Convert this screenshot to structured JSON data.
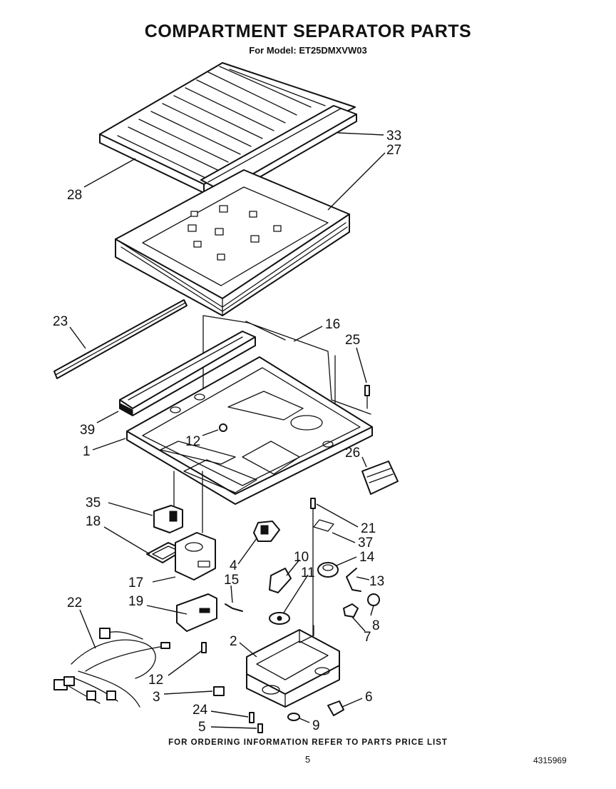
{
  "header": {
    "title": "COMPARTMENT SEPARATOR PARTS",
    "subtitle": "For Model: ET25DMXVW03"
  },
  "callouts": [
    "33",
    "27",
    "28",
    "23",
    "16",
    "25",
    "39",
    "12",
    "1",
    "26",
    "35",
    "18",
    "21",
    "37",
    "4",
    "10",
    "14",
    "11",
    "13",
    "15",
    "17",
    "8",
    "19",
    "7",
    "22",
    "2",
    "12",
    "6",
    "3",
    "24",
    "9",
    "5"
  ],
  "footer": {
    "ordering_note": "FOR ORDERING INFORMATION REFER TO PARTS PRICE LIST",
    "page_number": "5",
    "document_number": "4315969"
  }
}
